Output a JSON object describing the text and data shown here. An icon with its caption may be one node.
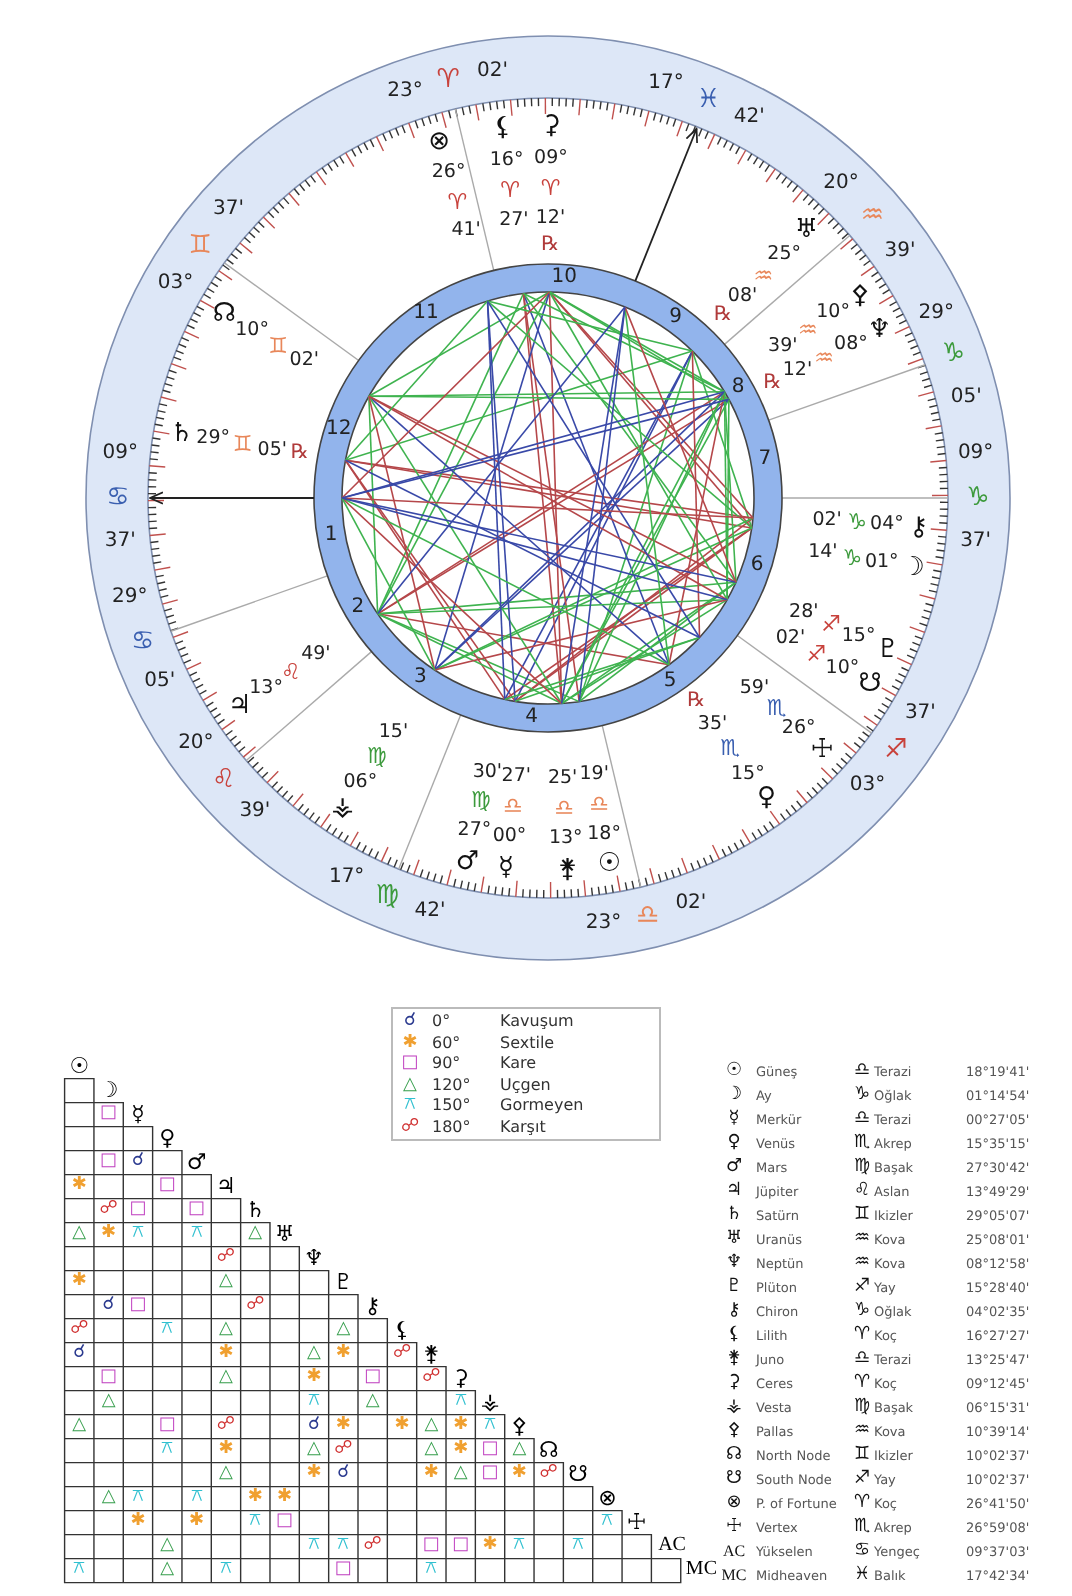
{
  "diagram": {
    "labels": [
      "09°",
      "♋",
      "37'",
      "29°",
      "♋",
      "05'",
      "20°",
      "♌",
      "39'",
      "17°",
      "♍",
      "42'",
      "23°",
      "♎",
      "02'",
      "03°",
      "♐",
      "37'",
      "09°",
      "♑",
      "37'",
      "29°",
      "♑",
      "05'",
      "20°",
      "♒",
      "39'",
      "17°",
      "♓",
      "42'",
      "23°",
      "♈",
      "02'",
      "03°",
      "♊",
      "37'",
      "1",
      "2",
      "3",
      "4",
      "5",
      "6",
      "7",
      "8",
      "9",
      "10",
      "11",
      "12",
      "☉",
      "18°",
      "♎",
      "19'",
      "14'",
      "♑",
      "01°",
      "☽",
      "☿",
      "00°",
      "♎",
      "27'",
      "♀",
      "15°",
      "♏",
      "35'",
      "℞",
      "♂",
      "27°",
      "♍",
      "30'",
      "♃",
      "13°",
      "♌",
      "49'",
      "♄",
      "29°",
      "♊",
      "05'",
      "℞",
      "♅",
      "25°",
      "♒",
      "08'",
      "℞",
      "♆",
      "08°",
      "♒",
      "12'",
      "℞",
      "♇",
      "15°",
      "♐",
      "28'",
      "02'",
      "♑",
      "04°",
      "⚷",
      "⚸",
      "16°",
      "♈",
      "27'",
      "⚵",
      "13°",
      "♎",
      "25'",
      "⚳",
      "09°",
      "♈",
      "12'",
      "℞",
      "⚶",
      "06°",
      "♍",
      "15'",
      "⚴",
      "10°",
      "♒",
      "39'",
      "☊",
      "10°",
      "♊",
      "02'",
      "☋",
      "10°",
      "♐",
      "02'",
      "⊗",
      "26°",
      "♈",
      "41'",
      "☩",
      "26°",
      "♏",
      "59'",
      "☌",
      "0°",
      "Kavuşum",
      "✱",
      "60°",
      "Sextile",
      "□",
      "90°",
      "Kare",
      "△",
      "120°",
      "Uçgen",
      "⚻",
      "150°",
      "Gormeyen",
      "☍",
      "180°",
      "Karşıt",
      "☉",
      "☽",
      "□",
      "☿",
      "♀",
      "□",
      "☌",
      "♂",
      "✱",
      "□",
      "♃",
      "☍",
      "□",
      "□",
      "♄",
      "△",
      "✱",
      "⚻",
      "⚻",
      "△",
      "♅",
      "☍",
      "♆",
      "✱",
      "△",
      "♇",
      "☌",
      "□",
      "☍",
      "⚷",
      "☍",
      "⚻",
      "△",
      "△",
      "⚸",
      "☌",
      "✱",
      "△",
      "✱",
      "☍",
      "⚵",
      "□",
      "△",
      "✱",
      "□",
      "☍",
      "⚳",
      "△",
      "⚻",
      "△",
      "⚻",
      "⚶",
      "△",
      "□",
      "☍",
      "☌",
      "✱",
      "✱",
      "△",
      "✱",
      "⚻",
      "⚴",
      "⚻",
      "✱",
      "△",
      "☍",
      "△",
      "✱",
      "□",
      "△",
      "☊",
      "△",
      "✱",
      "☌",
      "✱",
      "△",
      "□",
      "✱",
      "☍",
      "☋",
      "△",
      "⚻",
      "⚻",
      "✱",
      "✱",
      "⊗",
      "✱",
      "✱",
      "⚻",
      "□",
      "⚻",
      "☩",
      "△",
      "⚻",
      "⚻",
      "☍",
      "□",
      "□",
      "✱",
      "⚻",
      "⚻",
      "AC",
      "⚻",
      "△",
      "⚻",
      "□",
      "⚻",
      "MC",
      "☉",
      "Güneş",
      "♎",
      "Terazi",
      "18°19'41'",
      "☽",
      "Ay",
      "♑",
      "Oğlak",
      "01°14'54'",
      "☿",
      "Merkür",
      "♎",
      "Terazi",
      "00°27'05'",
      "♀",
      "Venüs",
      "♏",
      "Akrep",
      "15°35'15'",
      "♂",
      "Mars",
      "♍",
      "Başak",
      "27°30'42'",
      "♃",
      "Jüpiter",
      "♌",
      "Aslan",
      "13°49'29'",
      "♄",
      "Satürn",
      "♊",
      "Ikizler",
      "29°05'07'",
      "♅",
      "Uranüs",
      "♒",
      "Kova",
      "25°08'01'",
      "♆",
      "Neptün",
      "♒",
      "Kova",
      "08°12'58'",
      "♇",
      "Plüton",
      "♐",
      "Yay",
      "15°28'40'",
      "⚷",
      "Chiron",
      "♑",
      "Oğlak",
      "04°02'35'",
      "⚸",
      "Lilith",
      "♈",
      "Koç",
      "16°27'27'",
      "⚵",
      "Juno",
      "♎",
      "Terazi",
      "13°25'47'",
      "⚳",
      "Ceres",
      "♈",
      "Koç",
      "09°12'45'",
      "⚶",
      "Vesta",
      "♍",
      "Başak",
      "06°15'31'",
      "⚴",
      "Pallas",
      "♒",
      "Kova",
      "10°39'14'",
      "☊",
      "North Node",
      "♊",
      "Ikizler",
      "10°02'37'",
      "☋",
      "South Node",
      "♐",
      "Yay",
      "10°02'37'",
      "⊗",
      "P. of Fortune",
      "♈",
      "Koç",
      "26°41'50'",
      "☩",
      "Vertex",
      "♏",
      "Akrep",
      "26°59'08'",
      "AC",
      "Yükselen",
      "♋",
      "Yengeç",
      "09°37'03'",
      "MC",
      "Midheaven",
      "♓",
      "Balık",
      "17°42'34'"
    ]
  }
}
